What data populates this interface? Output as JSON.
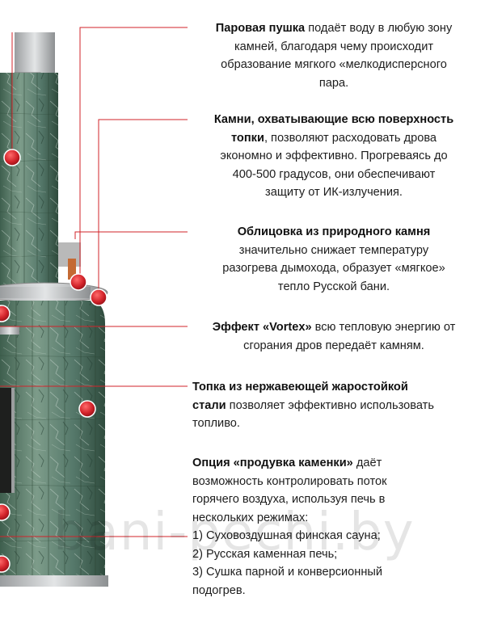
{
  "colors": {
    "accent_red": "#d2232a",
    "stone_green": "#4d6f5c",
    "text": "#1d1d1d"
  },
  "features": [
    {
      "bold": "Паровая пушка",
      "rest_first": " подаёт воду в любую зону",
      "lines": [
        "камней, благодаря чему происходит",
        "образование мягкого «мелкодисперсного",
        "пара."
      ]
    },
    {
      "bold_lines": [
        "Камни, охватывающие всю поверхность",
        "топки"
      ],
      "rest_first": ", позволяют расходовать дрова",
      "lines": [
        "экономно и эффективно. Прогреваясь до",
        "400-500 градусов, они обеспечивают",
        "защиту от ИК-излучения."
      ]
    },
    {
      "bold": "Облицовка из природного камня",
      "lines": [
        "значительно снижает температуру",
        "разогрева дымохода, образует «мягкое»",
        "тепло Русской бани."
      ]
    },
    {
      "bold": "Эффект «Vortex»",
      "rest_first": " всю тепловую энергию от",
      "lines": [
        "сгорания дров передаёт камням."
      ]
    },
    {
      "bold_lines": [
        "Топка из нержавеющей жаростойкой",
        "стали"
      ],
      "rest_first": " позволяет эффективно использовать",
      "lines": [
        "топливо."
      ]
    },
    {
      "bold": "Опция «продувка каменки»",
      "rest_first": " даёт",
      "lines": [
        "возможность контролировать поток",
        "горячего воздуха, используя печь в",
        "нескольких режимах:",
        "1) Суховоздушная финская сауна;",
        "2) Русская каменная печь;",
        "3) Сушка парной и конверсионный",
        "подогрев."
      ]
    }
  ],
  "watermark": "bani-pechi.by"
}
